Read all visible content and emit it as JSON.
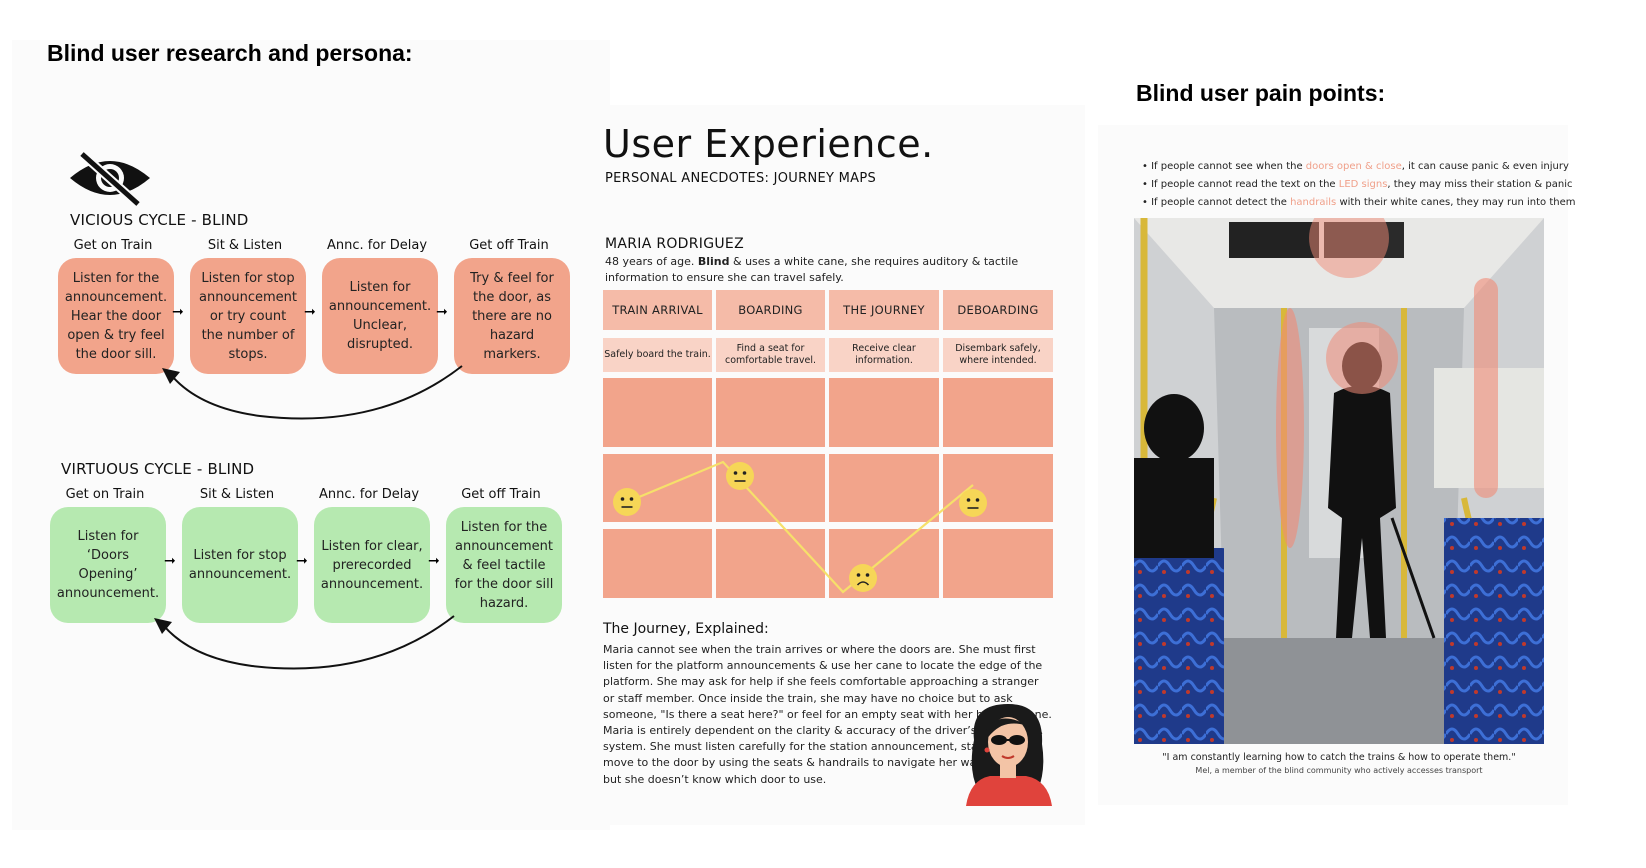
{
  "left": {
    "heading": "Blind user research and persona:",
    "vicious": {
      "title": "VICIOUS CYCLE - BLIND",
      "steps": [
        {
          "label": "Get on Train",
          "text": "Listen for the announcement. Hear the door open & try feel the door sill."
        },
        {
          "label": "Sit & Listen",
          "text": "Listen for stop announcement or try count the number of stops."
        },
        {
          "label": "Annc. for Delay",
          "text": "Listen for announcement. Unclear, disrupted."
        },
        {
          "label": "Get off Train",
          "text": "Try & feel for the door, as there are no hazard markers."
        }
      ]
    },
    "virtuous": {
      "title": "VIRTUOUS CYCLE - BLIND",
      "steps": [
        {
          "label": "Get on Train",
          "text": "Listen for ‘Doors Opening’ announcement."
        },
        {
          "label": "Sit & Listen",
          "text": "Listen for stop announcement."
        },
        {
          "label": "Annc. for Delay",
          "text": "Listen for clear, prerecorded announcement."
        },
        {
          "label": "Get off Train",
          "text": "Listen for the announcement & feel tactile for the door sill hazard."
        }
      ]
    },
    "colors": {
      "red": "#f2a48b",
      "green": "#b6e9b0"
    }
  },
  "ux": {
    "title": "User Experience.",
    "subtitle": "PERSONAL ANECDOTES: JOURNEY MAPS",
    "persona_name": "MARIA RODRIGUEZ",
    "persona_age": "48 years of age. ",
    "persona_bold": "Blind",
    "persona_rest": " & uses a white cane, she requires auditory & tactile information to ensure she can travel safely.",
    "stages": [
      "TRAIN ARRIVAL",
      "BOARDING",
      "THE JOURNEY",
      "DEBOARDING"
    ],
    "goals": [
      "Safely board the train.",
      "Find a seat for comfortable travel.",
      "Receive clear information.",
      "Disembark safely, where intended."
    ],
    "emotions": [
      "neutral",
      "neutral",
      "sad",
      "neutral"
    ],
    "explained_title": "The Journey, Explained:",
    "explained_body": "Maria cannot see when the train arrives or where the doors are. She must first listen for the platform announcements & use her cane to locate the edge of the platform. She may ask for help if she feels comfortable approaching a stranger or staff member. Once inside the train, she may have no choice but to ask someone, \"Is there a seat here?\" or feel for an empty seat with her hand or cane. Maria is entirely dependent on the clarity & accuracy of the driver’s onboard PA system. She must listen carefully for the station announcement, stand up & move to the door by using the seats & handrails to navigate her way through – but she doesn’t know which door to use."
  },
  "pain": {
    "heading": "Blind user pain points:",
    "points": [
      {
        "pre": "If people cannot see when the ",
        "hl": "doors open & close",
        "post": ", it can cause panic & even injury"
      },
      {
        "pre": "If people cannot read the text on the ",
        "hl": "LED signs",
        "post": ", they may miss their station & panic"
      },
      {
        "pre": "If people cannot detect the ",
        "hl": "handrails",
        "post": " with their white canes, they may run into them"
      }
    ],
    "quote": "\"I am constantly learning how to catch the trains & how to operate them.\"",
    "quote_by": "Mel, a member of the blind community who actively accesses transport",
    "highlight_color": "#f0a08a"
  }
}
